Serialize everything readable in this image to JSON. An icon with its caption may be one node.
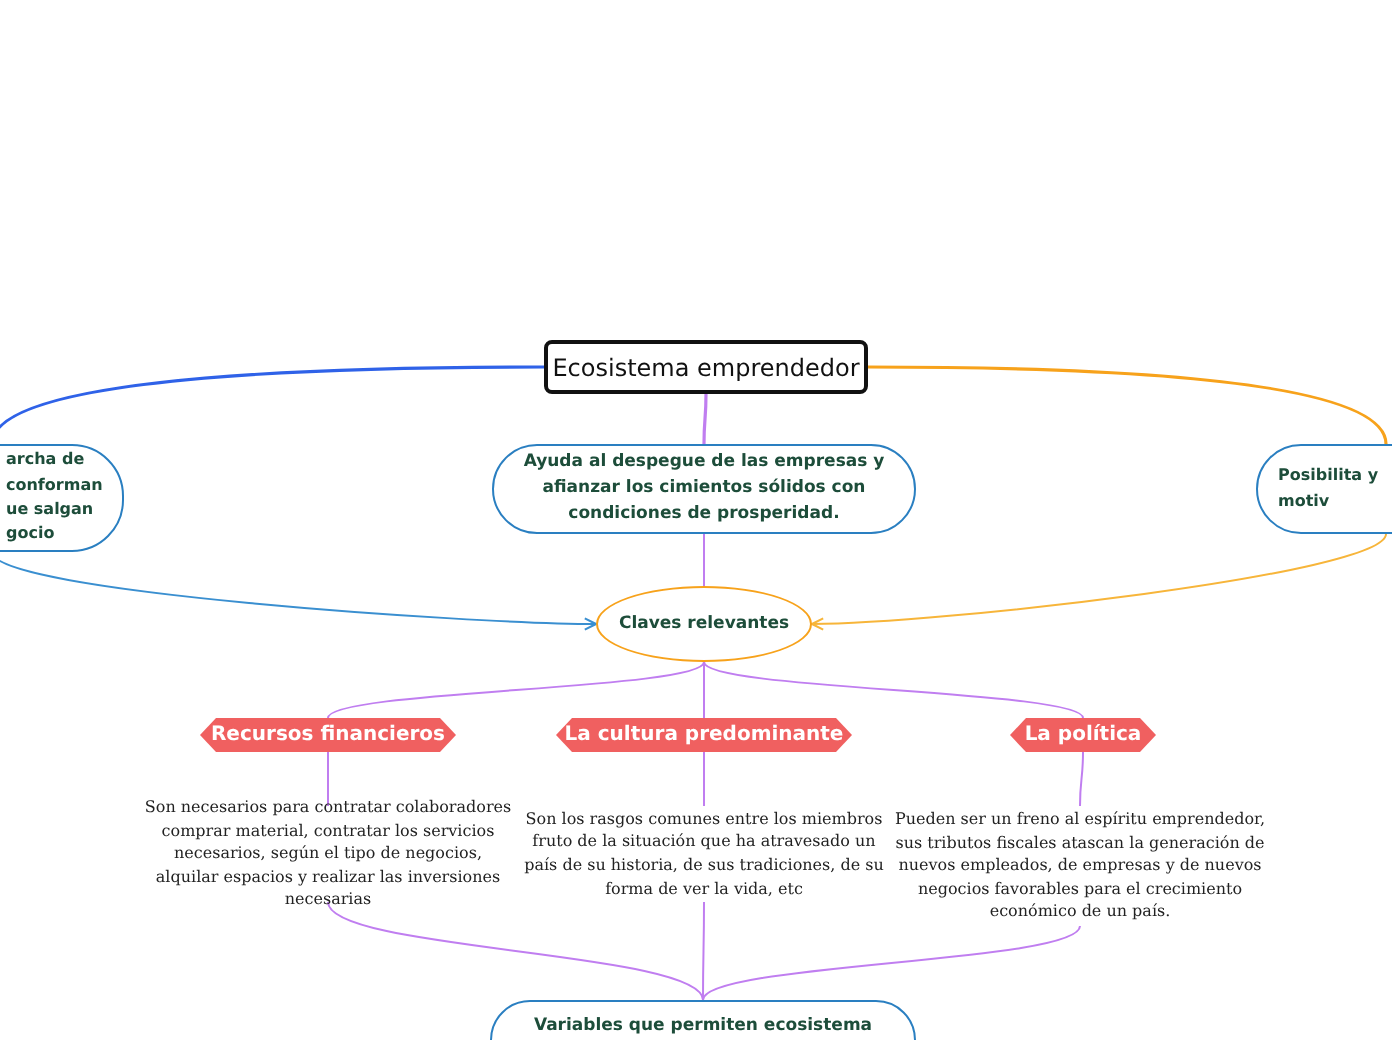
{
  "diagram": {
    "nodes": [
      {
        "text": [
          "Ecosistema emprendedor"
        ]
      },
      {
        "text": [
          "archa de conforman ue salgan gocio"
        ]
      },
      {
        "text": [
          "Ayuda al despegue de las empresas y afianzar los cimientos sólidos con condiciones de prosperidad."
        ]
      },
      {
        "text": [
          "Posibilita y motiv"
        ]
      },
      {
        "text": [
          "Claves relevantes"
        ]
      },
      {
        "text": [
          "Recursos financieros"
        ]
      },
      {
        "text": [
          "La cultura predominante"
        ]
      },
      {
        "text": [
          "La política"
        ]
      },
      {
        "text": [
          "Son necesarios para contratar colaboradores comprar material, contratar los servicios necesarios, según el tipo de negocios, alquilar espacios y realizar las inversiones necesarias"
        ]
      },
      {
        "text": [
          "Son los rasgos comunes entre los miembros fruto de la situación que ha atravesado un país de su historia, de sus tradiciones, de su forma de ver la vida, etc"
        ]
      },
      {
        "text": [
          "Pueden ser un freno al espíritu emprendedor, sus tributos fiscales atascan la generación de nuevos empleados, de empresas y de nuevos negocios favorables para el crecimiento económico de un país."
        ]
      },
      {
        "text": [
          "Variables que permiten ecosistema"
        ]
      }
    ],
    "edges": [
      {
        "from": 0,
        "to": 1,
        "arrow": "none",
        "color": "#2f62e8"
      },
      {
        "from": 0,
        "to": 2,
        "arrow": "none"
      },
      {
        "from": 0,
        "to": 3,
        "arrow": "none",
        "color": "#f7a21b"
      },
      {
        "from": 2,
        "to": 4,
        "arrow": "none"
      },
      {
        "from": 1,
        "to": 4,
        "arrow": "to",
        "color": "#3a8fd0"
      },
      {
        "from": 3,
        "to": 4,
        "arrow": "to",
        "color": "#f7b53a"
      },
      {
        "from": 4,
        "to": 5,
        "arrow": "none"
      },
      {
        "from": 4,
        "to": 6,
        "arrow": "none"
      },
      {
        "from": 4,
        "to": 7,
        "arrow": "none"
      },
      {
        "from": 5,
        "to": 8,
        "arrow": "none"
      },
      {
        "from": 6,
        "to": 9,
        "arrow": "none"
      },
      {
        "from": 7,
        "to": 10,
        "arrow": "none"
      },
      {
        "from": 8,
        "to": 11,
        "arrow": "none"
      },
      {
        "from": 9,
        "to": 11,
        "arrow": "none"
      },
      {
        "from": 10,
        "to": 11,
        "arrow": "none"
      }
    ]
  }
}
